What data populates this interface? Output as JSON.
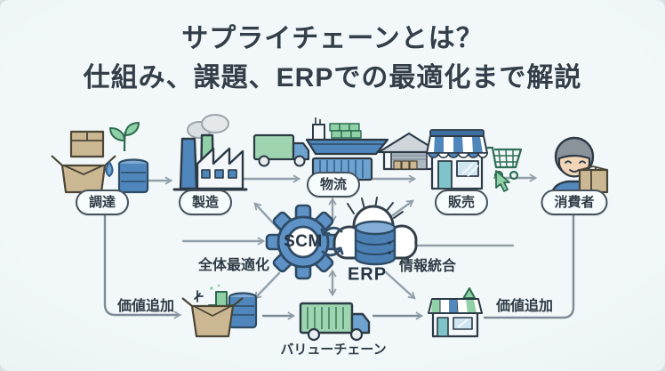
{
  "title": {
    "line1": "サプライチェーンとは？",
    "line2": "仕組み、課題、ERPでの最適化まで解説"
  },
  "supply_chain": {
    "stages": [
      {
        "label": "調達",
        "icon": "procurement-materials-icon"
      },
      {
        "label": "製造",
        "icon": "factory-icon"
      },
      {
        "label": "物流",
        "icon": "logistics-icons"
      },
      {
        "label": "販売",
        "icon": "storefront-cart-icon"
      },
      {
        "label": "消費者",
        "icon": "consumer-person-icon"
      }
    ]
  },
  "center": {
    "scm_label": "SCM",
    "erp_label": "ERP",
    "left_annotation": "全体最適化",
    "right_annotation": "情報統合"
  },
  "value_chain": {
    "left_annotation": "価値追加",
    "label": "バリューチェーン",
    "right_annotation": "価値追加"
  },
  "colors": {
    "background": "#eef4f6",
    "title_text": "#333e48",
    "outline_dark": "#3a4652",
    "arrow_gray": "#93a0aa",
    "blue_main": "#5288bd",
    "blue_light": "#7fa9d2",
    "green_main": "#8fd0a6",
    "green_dark": "#2d6b4f",
    "tan_box": "#cbb893",
    "teal_door": "#7fc4c9",
    "cloud_white": "#ffffff"
  }
}
